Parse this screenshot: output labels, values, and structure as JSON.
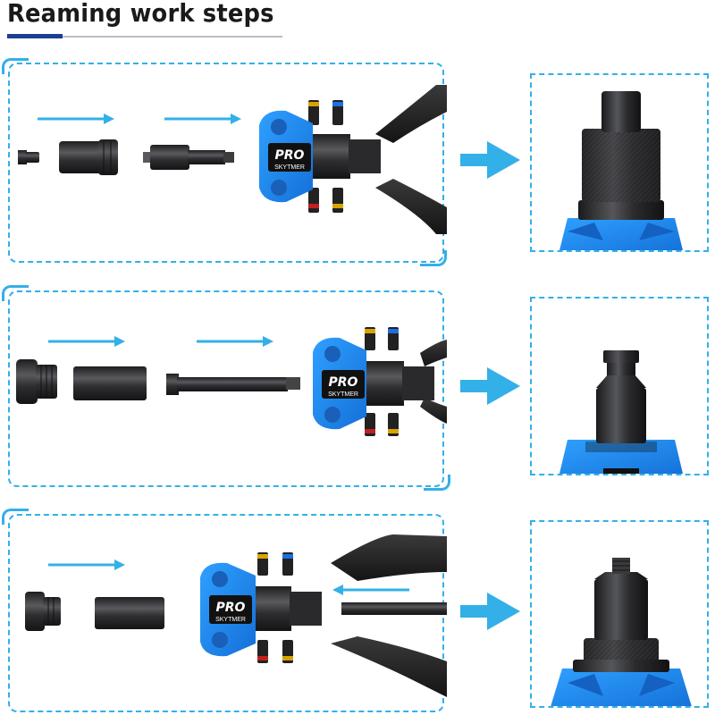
{
  "header": {
    "title": "Reaming work steps"
  },
  "brand": {
    "logo_text": "PRO",
    "logo_sub": "SKYTMER"
  },
  "colors": {
    "accent_blue": "#33b0e8",
    "tool_blue": "#1f8ff0",
    "dark_metal": "#2b2b2d",
    "title_rule": "#1c3f8f"
  },
  "icons": {
    "step_arrow": "arrow-right-icon",
    "result_arrow": "big-arrow-right-icon",
    "reverse_arrow": "arrow-left-icon"
  },
  "steps": [
    {
      "id": "step-1"
    },
    {
      "id": "step-2"
    },
    {
      "id": "step-3"
    }
  ]
}
